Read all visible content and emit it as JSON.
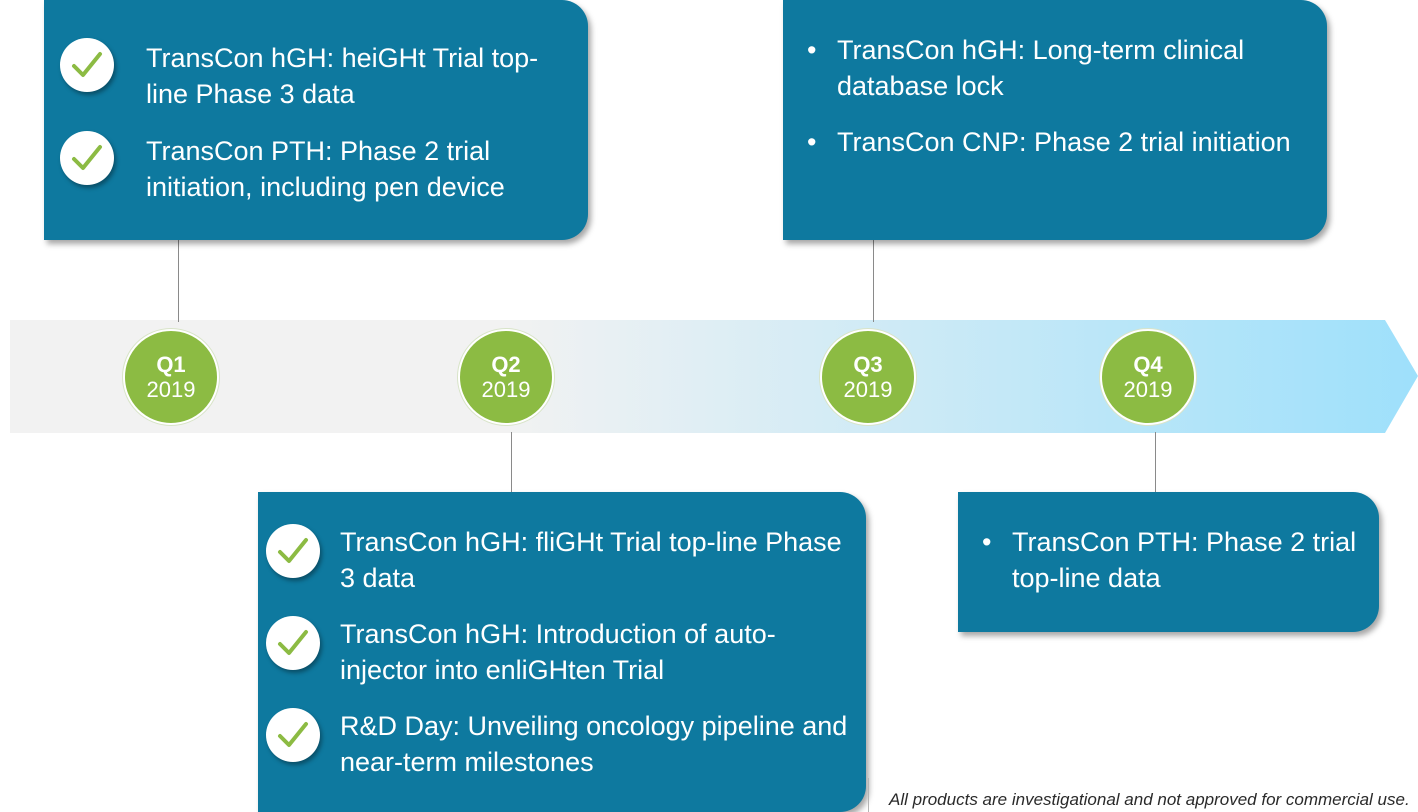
{
  "colors": {
    "card_background": "#0e799f",
    "quarter_circle": "#8cbb43",
    "check_mark": "#8cbb43",
    "band_start": "#f2f2f2",
    "band_end": "#9ee0fb",
    "connector": "#8a8a8a"
  },
  "timeline": {
    "quarters": [
      {
        "label": "Q1",
        "year": "2019"
      },
      {
        "label": "Q2",
        "year": "2019"
      },
      {
        "label": "Q3",
        "year": "2019"
      },
      {
        "label": "Q4",
        "year": "2019"
      }
    ]
  },
  "cards": {
    "q1": {
      "items": [
        {
          "icon": "check-icon",
          "status": "completed",
          "text": "TransCon hGH: heiGHt Trial top-line Phase 3 data"
        },
        {
          "icon": "check-icon",
          "status": "completed",
          "text": "TransCon PTH: Phase 2 trial initiation, including pen device"
        }
      ]
    },
    "q2": {
      "items": [
        {
          "icon": "check-icon",
          "status": "completed",
          "text": "TransCon hGH: fliGHt Trial top-line Phase 3 data"
        },
        {
          "icon": "check-icon",
          "status": "completed",
          "text": "TransCon hGH: Introduction of auto-injector into enliGHten Trial"
        },
        {
          "icon": "check-icon",
          "status": "completed",
          "text": "R&D Day: Unveiling oncology pipeline and near-term milestones"
        }
      ]
    },
    "q3": {
      "bullet": "•",
      "items": [
        {
          "text": "TransCon hGH: Long-term clinical database lock"
        },
        {
          "text": "TransCon CNP: Phase 2 trial initiation"
        }
      ]
    },
    "q4": {
      "bullet": "•",
      "items": [
        {
          "text": "TransCon PTH: Phase 2 trial top-line data"
        }
      ]
    }
  },
  "footnote": "All products are investigational and not approved for commercial use."
}
